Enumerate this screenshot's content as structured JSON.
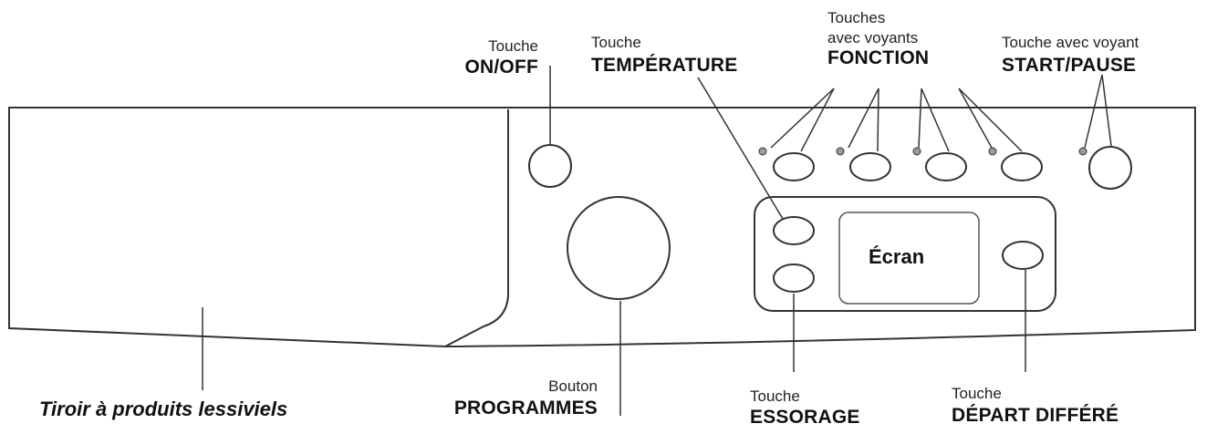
{
  "labels": {
    "onoff": {
      "prefix": "Touche",
      "name": "ON/OFF"
    },
    "temperature": {
      "prefix": "Touche",
      "name": "TEMPÉRATURE"
    },
    "fonction": {
      "prefix_line1": "Touches",
      "prefix_line2": "avec voyants",
      "name": "FONCTION"
    },
    "start": {
      "prefix": "Touche avec voyant",
      "name": "START/PAUSE"
    },
    "drawer": {
      "name": "Tiroir à produits lessiviels"
    },
    "programmes": {
      "prefix": "Bouton",
      "name": "PROGRAMMES"
    },
    "essorage": {
      "prefix": "Touche",
      "name": "ESSORAGE"
    },
    "depart": {
      "prefix": "Touche",
      "name": "DÉPART DIFFÉRÉ"
    },
    "screen": "Écran"
  },
  "colors": {
    "line": "#333333",
    "panel": "#ffffff",
    "indicator": "#9a9a9a"
  }
}
